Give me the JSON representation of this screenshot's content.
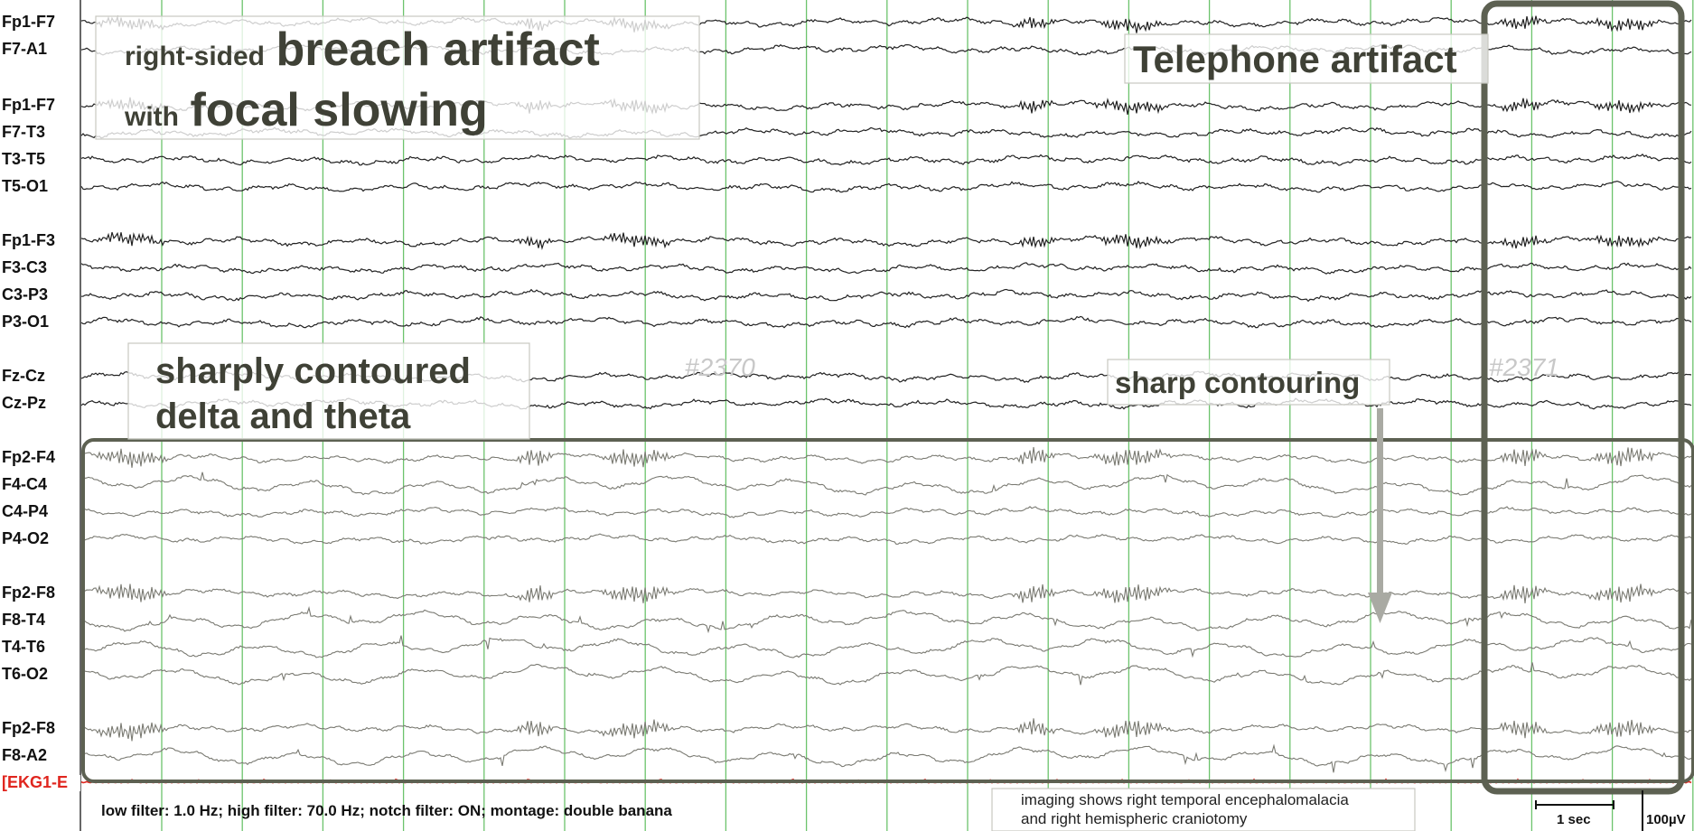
{
  "channels": [
    "Fp1-F7",
    "F7-A1",
    "Fp1-F7",
    "F7-T3",
    "T3-T5",
    "T5-O1",
    "Fp1-F3",
    "F3-C3",
    "C3-P3",
    "P3-O1",
    "Fz-Cz",
    "Cz-Pz",
    "Fp2-F4",
    "F4-C4",
    "C4-P4",
    "P4-O2",
    "Fp2-F8",
    "F8-T4",
    "T4-T6",
    "T6-O2",
    "Fp2-F8",
    "F8-A2",
    "[EKG1-E"
  ],
  "annotations": {
    "breach_line1_small": "right-sided",
    "breach_line1_large": "breach artifact",
    "breach_line2_small": "with",
    "breach_line2_large": "focal slowing",
    "telephone": "Telephone artifact",
    "sharp_contoured_line1": "sharply contoured",
    "sharp_contoured_line2": "delta and theta",
    "sharp_contouring": "sharp contouring"
  },
  "page_numbers": [
    "#2370",
    "#2371"
  ],
  "footer": {
    "filters": "low filter: 1.0 Hz; high filter: 70.0 Hz; notch filter: ON; montage: double banana",
    "imaging_line1": "imaging shows right temporal encephalomalacia",
    "imaging_line2": "and right hemispheric craniotomy"
  },
  "scale": {
    "time": "1 sec",
    "amplitude": "100µV"
  },
  "colors": {
    "left_trace": "#222222",
    "right_trace": "#7a7a72",
    "gridline": "#6cc36c",
    "highlight_box": "#5d6152",
    "ekg": "#e0261f"
  }
}
